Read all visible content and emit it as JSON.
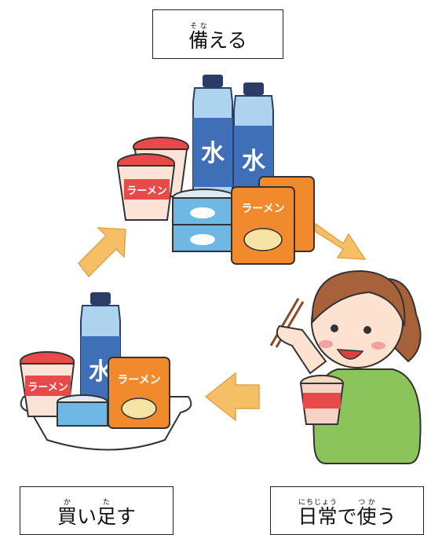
{
  "labels": {
    "top": {
      "base": "備",
      "ruby": "そな",
      "rest": "える"
    },
    "bottom_left": {
      "base1": "買",
      "ruby1": "か",
      "mid": "い",
      "base2": "足",
      "ruby2": "た",
      "rest": "す"
    },
    "bottom_right": {
      "base1": "日常",
      "ruby1": "にちじょう",
      "mid": "で",
      "base2": "使",
      "ruby2": "つか",
      "rest": "う"
    }
  },
  "product_text": {
    "water": "水",
    "ramen": "ラーメン"
  },
  "colors": {
    "arrow": "#f5c065",
    "arrow_outline": "#e0a24a",
    "water_bottle": "#3f6fb6",
    "water_cap": "#2b3d66",
    "cup_red": "#e84a4a",
    "can_blue": "#6fb8e6",
    "ramen_pack": "#f08a2c",
    "shirt_green": "#8bc45a",
    "hair_brown": "#a7623a"
  }
}
